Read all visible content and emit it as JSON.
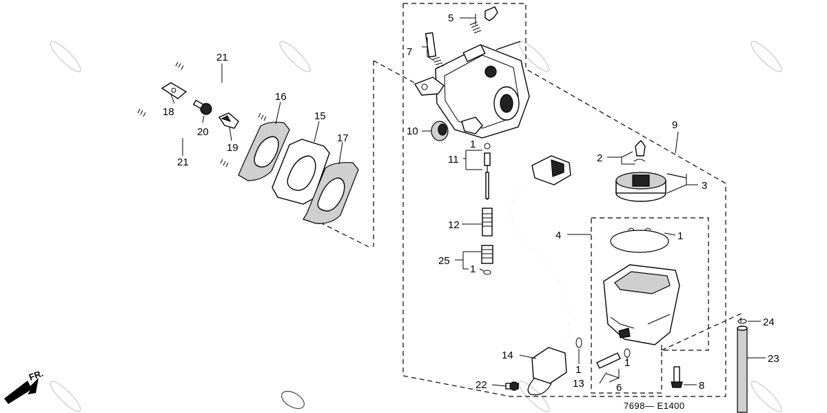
{
  "callouts": {
    "n1a": "1",
    "n1b": "1",
    "n1c": "1",
    "n1d": "1",
    "n1e": "1",
    "n2": "2",
    "n3": "3",
    "n4": "4",
    "n5": "5",
    "n6": "6",
    "n7": "7",
    "n8": "8",
    "n9": "9",
    "n10": "10",
    "n11": "11",
    "n12": "12",
    "n13": "13",
    "n14": "14",
    "n15": "15",
    "n16": "16",
    "n17": "17",
    "n18": "18",
    "n19": "19",
    "n20": "20",
    "n21a": "21",
    "n21b": "21",
    "n22": "22",
    "n23": "23",
    "n24": "24",
    "n25": "25"
  },
  "diagram_code": "7698— E1400",
  "front_marker": "FR."
}
